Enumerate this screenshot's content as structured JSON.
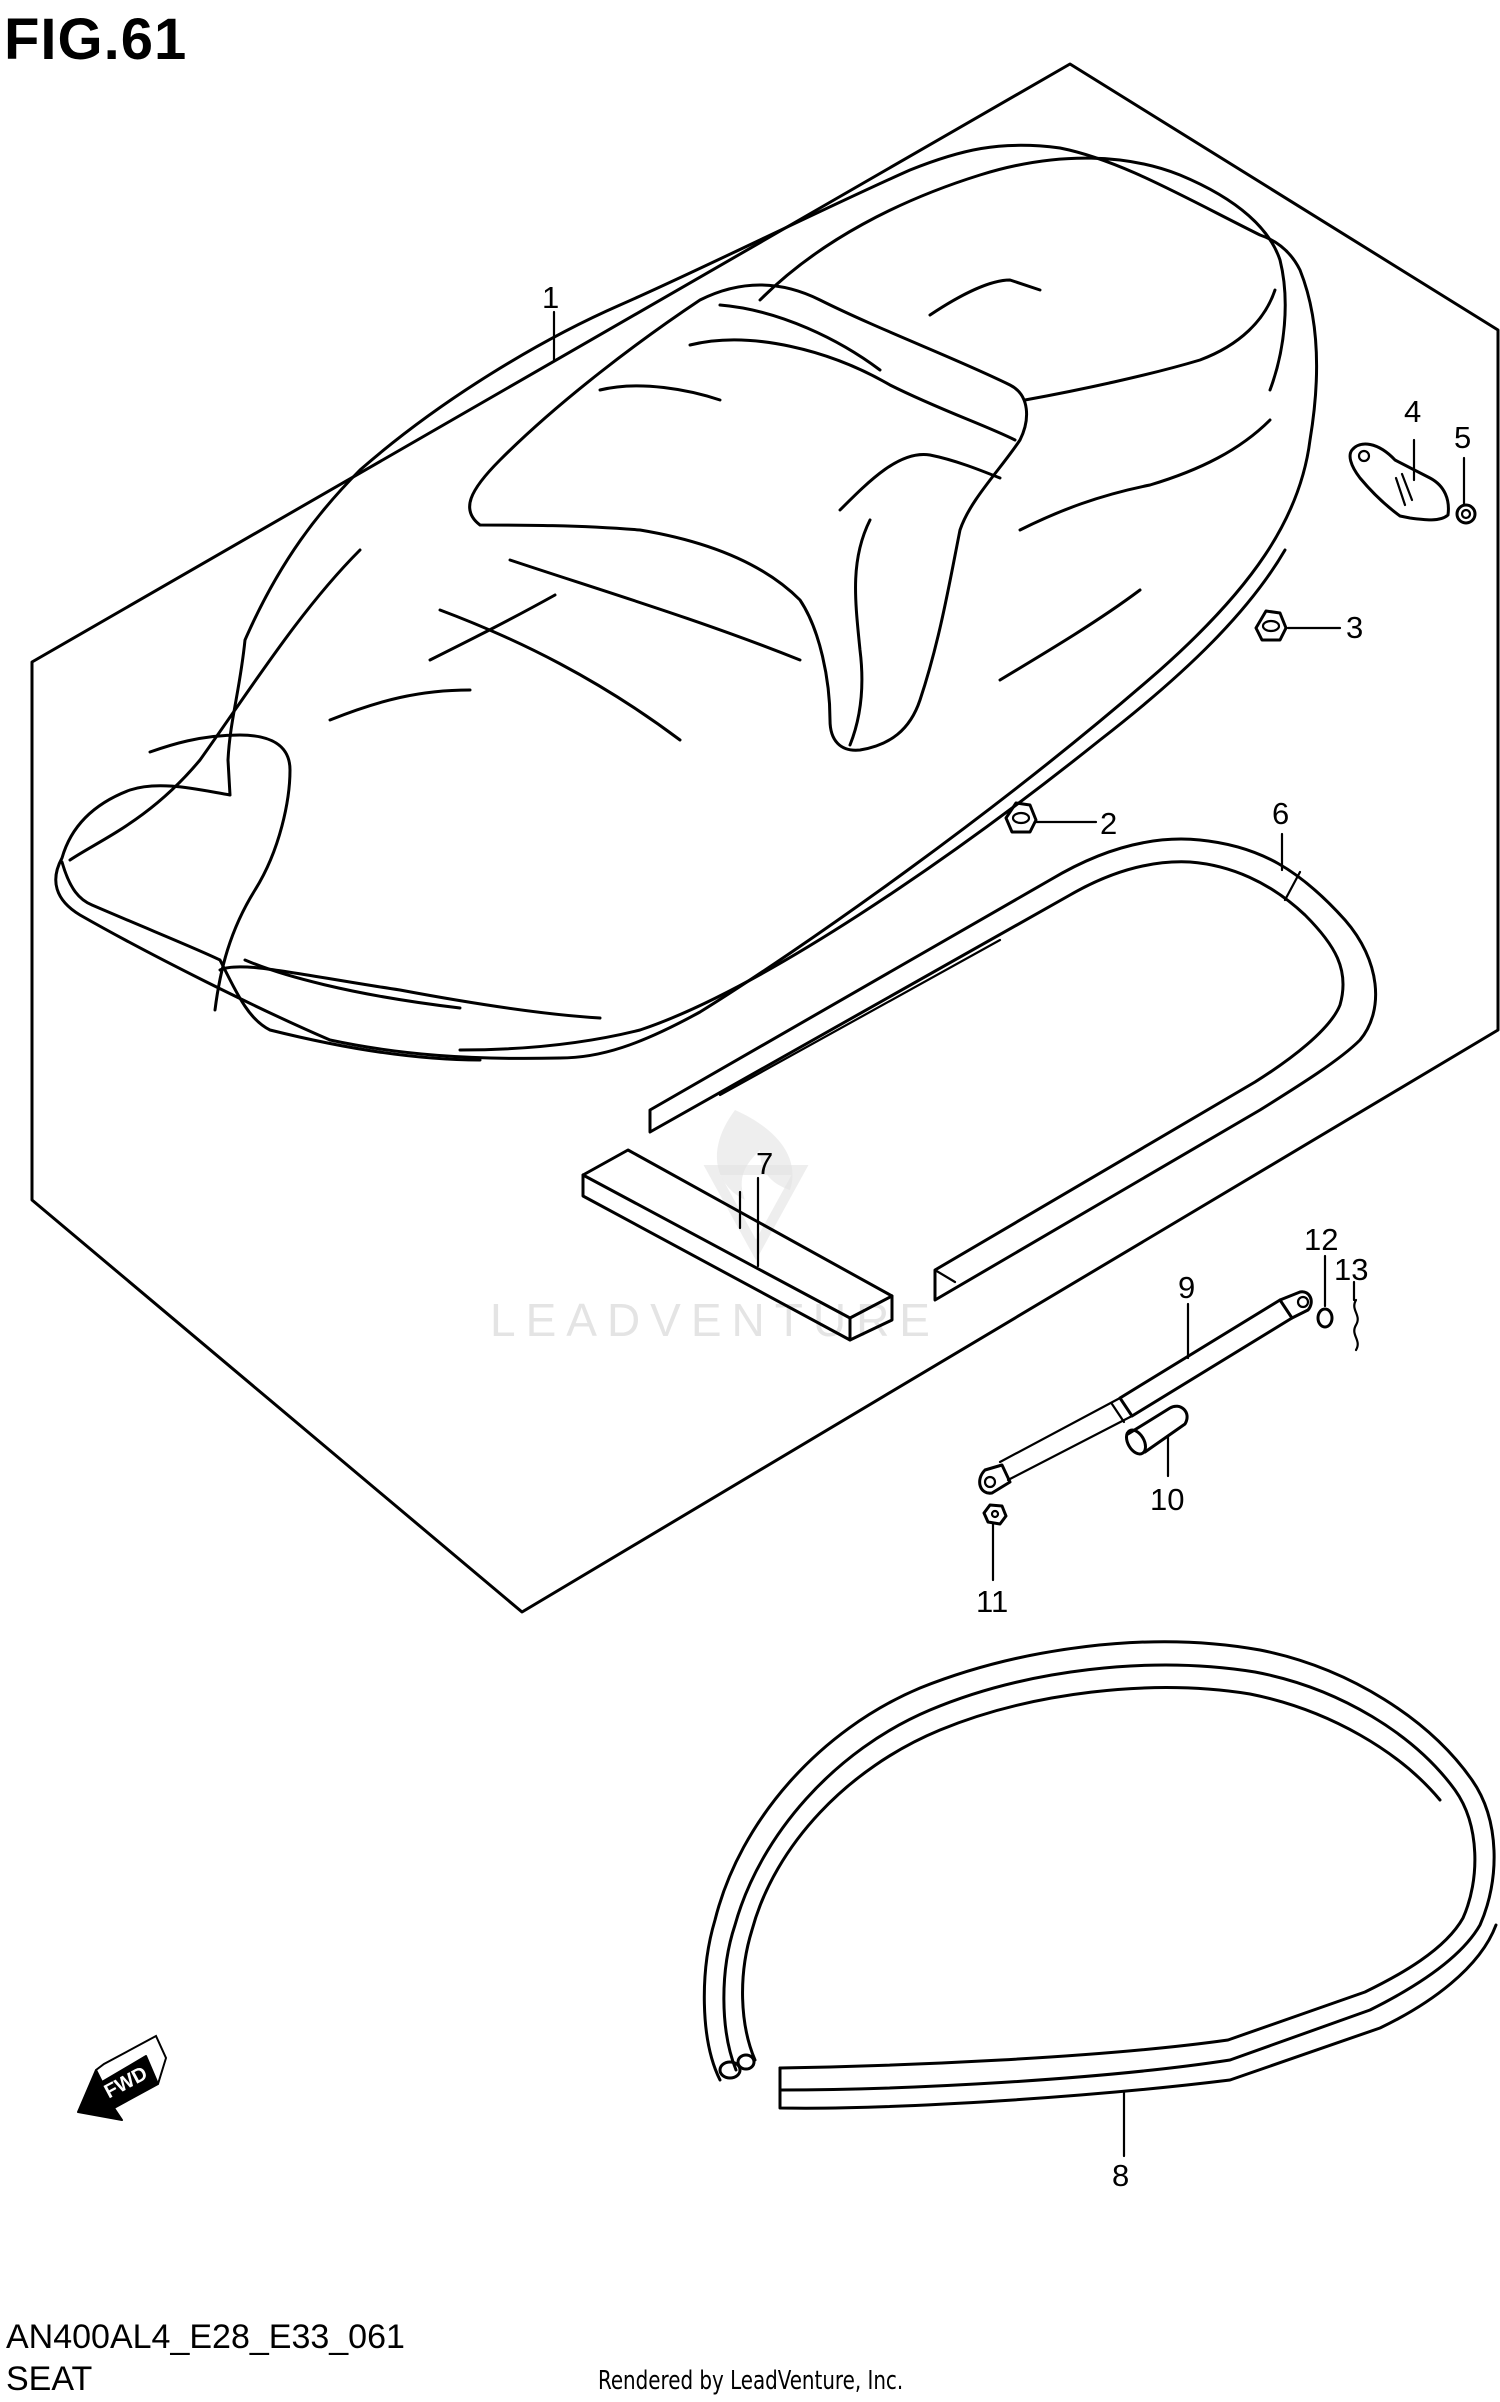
{
  "figure": {
    "title": "FIG.61"
  },
  "watermark": {
    "text": "LEADVENTURE"
  },
  "fwd_arrow": {
    "label": "FWD"
  },
  "callouts": [
    {
      "id": "1",
      "label": "1"
    },
    {
      "id": "2",
      "label": "2"
    },
    {
      "id": "3",
      "label": "3"
    },
    {
      "id": "4",
      "label": "4"
    },
    {
      "id": "5",
      "label": "5"
    },
    {
      "id": "6",
      "label": "6"
    },
    {
      "id": "7",
      "label": "7"
    },
    {
      "id": "8",
      "label": "8"
    },
    {
      "id": "9",
      "label": "9"
    },
    {
      "id": "10",
      "label": "10"
    },
    {
      "id": "11",
      "label": "11"
    },
    {
      "id": "12",
      "label": "12"
    },
    {
      "id": "13",
      "label": "13"
    }
  ],
  "footer": {
    "code": "AN400AL4_E28_E33_061",
    "section": "SEAT",
    "credit": "Rendered by LeadVenture, Inc."
  }
}
